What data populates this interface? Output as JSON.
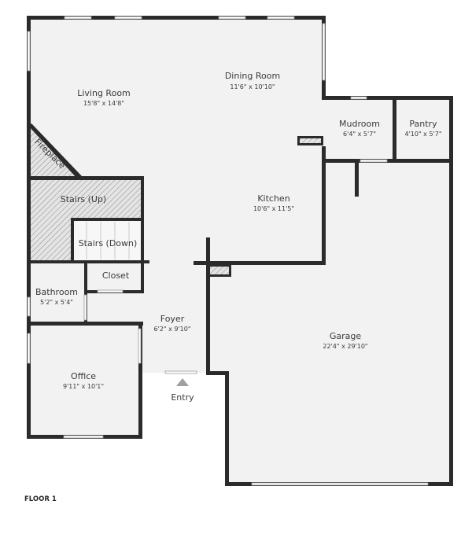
{
  "floor_label": "FLOOR 1",
  "entry_label": "Entry",
  "colors": {
    "wall": "#2b2b2b",
    "floor": "#f2f2f2",
    "hatch": "#8a8a8a",
    "text": "#3a3a3a"
  },
  "rooms": {
    "living_room": {
      "name": "Living Room",
      "dims": "15'8\" x 14'8\""
    },
    "dining_room": {
      "name": "Dining Room",
      "dims": "11'6\" x 10'10\""
    },
    "mudroom": {
      "name": "Mudroom",
      "dims": "6'4\" x 5'7\""
    },
    "pantry": {
      "name": "Pantry",
      "dims": "4'10\" x 5'7\""
    },
    "fireplace": {
      "name": "Fireplace"
    },
    "stairs_up": {
      "name": "Stairs (Up)"
    },
    "stairs_down": {
      "name": "Stairs (Down)"
    },
    "kitchen": {
      "name": "Kitchen",
      "dims": "10'6\" x 11'5\""
    },
    "closet": {
      "name": "Closet"
    },
    "bathroom": {
      "name": "Bathroom",
      "dims": "5'2\" x 5'4\""
    },
    "foyer": {
      "name": "Foyer",
      "dims": "6'2\" x 9'10\""
    },
    "garage": {
      "name": "Garage",
      "dims": "22'4\" x 29'10\""
    },
    "office": {
      "name": "Office",
      "dims": "9'11\" x 10'1\""
    }
  }
}
